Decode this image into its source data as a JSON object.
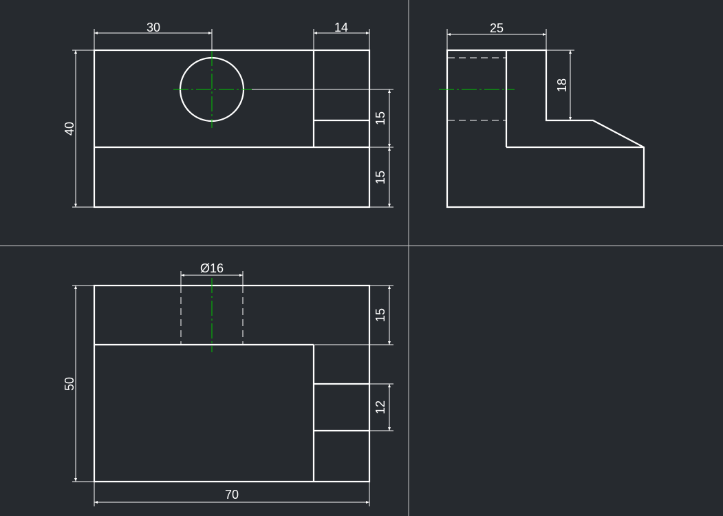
{
  "colors": {
    "background": "#262a2f",
    "outline": "#ffffff",
    "dimension": "#ffffff",
    "centerline": "#00c800",
    "viewport_divider": "#c8c8c8"
  },
  "front_view": {
    "dims": {
      "hole_center_from_left": "30",
      "right_step_width": "14",
      "overall_height": "40",
      "step_height_upper": "15",
      "base_height": "15"
    }
  },
  "side_view": {
    "dims": {
      "top_width": "25",
      "notch_depth": "18"
    }
  },
  "top_view": {
    "dims": {
      "hole_diameter": "Ø16",
      "back_band_depth": "15",
      "overall_depth": "50",
      "slot_width": "12",
      "overall_length": "70"
    }
  }
}
